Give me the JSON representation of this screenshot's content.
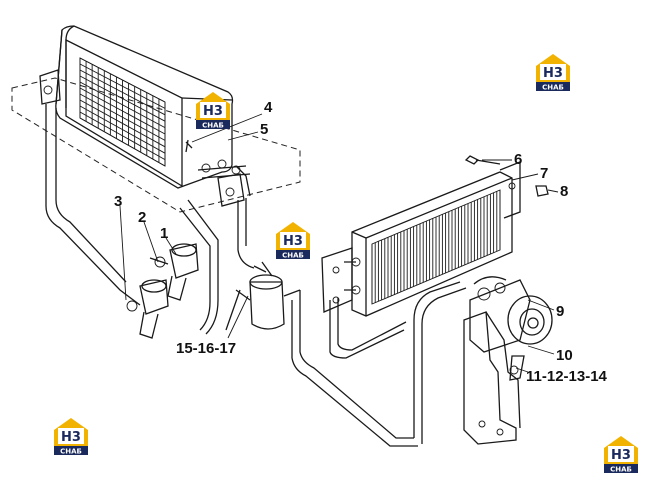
{
  "callouts": [
    {
      "id": "c4",
      "text": "4"
    },
    {
      "id": "c5",
      "text": "5"
    },
    {
      "id": "c6",
      "text": "6"
    },
    {
      "id": "c7",
      "text": "7"
    },
    {
      "id": "c8",
      "text": "8"
    },
    {
      "id": "c3",
      "text": "3"
    },
    {
      "id": "c2",
      "text": "2"
    },
    {
      "id": "c1",
      "text": "1"
    },
    {
      "id": "c9",
      "text": "9"
    },
    {
      "id": "c10",
      "text": "10"
    },
    {
      "id": "c11",
      "text": "11-12-13-14"
    },
    {
      "id": "c15",
      "text": "15-16-17"
    }
  ],
  "watermark": {
    "top_text": "H3",
    "bottom_text": "CHAБ",
    "color_yellow": "#f2b300",
    "color_dark": "#1b2a5c"
  }
}
